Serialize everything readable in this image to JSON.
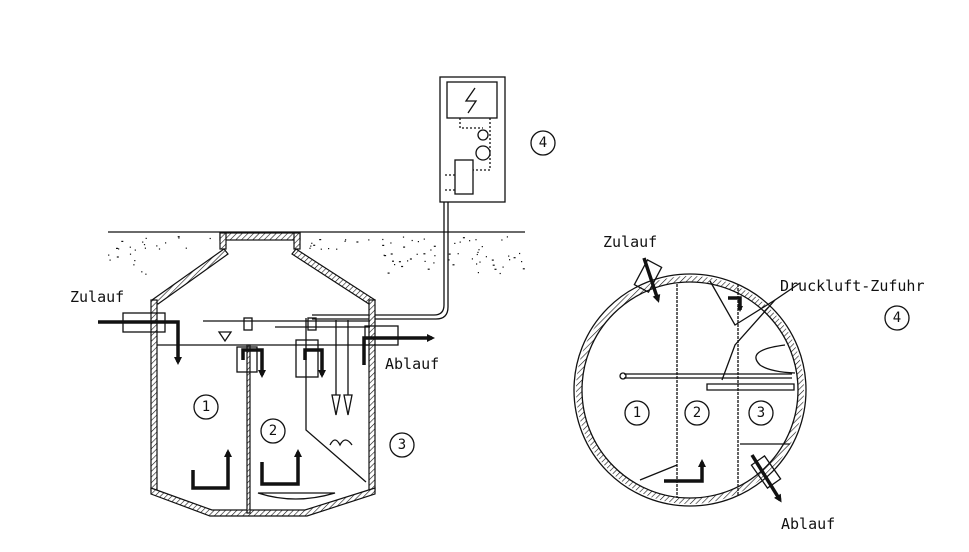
{
  "section_view": {
    "inlet_label": "Zulauf",
    "outlet_label": "Ablauf",
    "chambers": [
      "1",
      "2",
      "3"
    ],
    "control_unit_number": "4"
  },
  "plan_view": {
    "inlet_label": "Zulauf",
    "outlet_label": "Ablauf",
    "air_supply_label": "Druckluft-Zufuhr",
    "chambers": [
      "1",
      "2",
      "3"
    ],
    "control_unit_number": "4"
  }
}
